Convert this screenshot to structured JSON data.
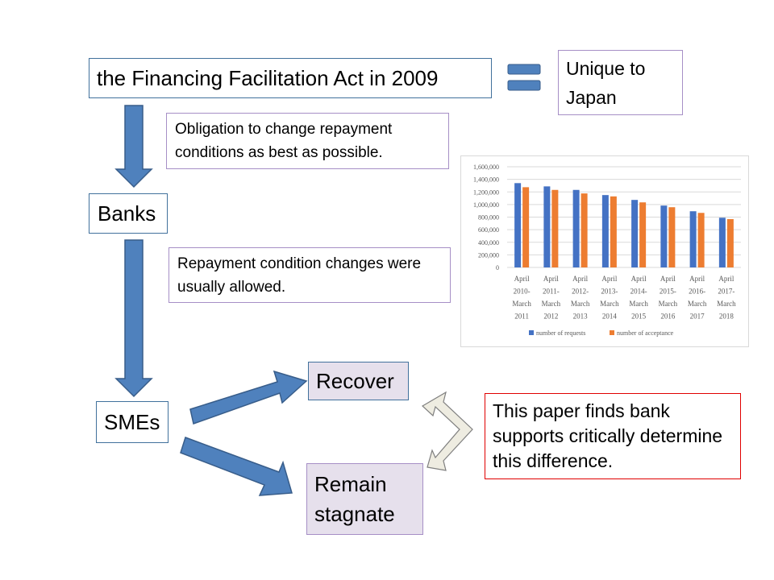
{
  "title_box": "the Financing Facilitation Act in 2009",
  "unique_box": "Unique to Japan",
  "obligation_box": "Obligation to change repayment conditions as best as possible.",
  "banks_box": "Banks",
  "repayment_box": "Repayment condition changes were usually allowed.",
  "smes_box": "SMEs",
  "recover_box": "Recover",
  "remain_box": "Remain stagnate",
  "paper_box": "This paper finds bank supports critically determine this difference.",
  "colors": {
    "arrow": "#4f81bd",
    "requests": "#4472c4",
    "acceptance": "#ed7d31",
    "red_border": "#e00000"
  },
  "chart_data": {
    "type": "bar",
    "title": "",
    "xlabel": "",
    "ylabel": "",
    "ylim": [
      0,
      1600000
    ],
    "yticks": [
      "0",
      "200,000",
      "400,000",
      "600,000",
      "800,000",
      "1,000,000",
      "1,200,000",
      "1,400,000",
      "1,600,000"
    ],
    "grid": true,
    "legend_position": "bottom",
    "categories": [
      [
        "April",
        "2010-",
        "March",
        "2011"
      ],
      [
        "April",
        "2011-",
        "March",
        "2012"
      ],
      [
        "April",
        "2012-",
        "March",
        "2013"
      ],
      [
        "April",
        "2013-",
        "March",
        "2014"
      ],
      [
        "April",
        "2014-",
        "March",
        "2015"
      ],
      [
        "April",
        "2015-",
        "March",
        "2016"
      ],
      [
        "April",
        "2016-",
        "March",
        "2017"
      ],
      [
        "April",
        "2017-",
        "March",
        "2018"
      ]
    ],
    "series": [
      {
        "name": "number of requests",
        "values": [
          1340000,
          1288000,
          1232000,
          1150000,
          1073000,
          983000,
          893000,
          790000
        ]
      },
      {
        "name": "number of acceptance",
        "values": [
          1275000,
          1232000,
          1176000,
          1129000,
          1034000,
          957000,
          867000,
          768000
        ]
      }
    ]
  }
}
